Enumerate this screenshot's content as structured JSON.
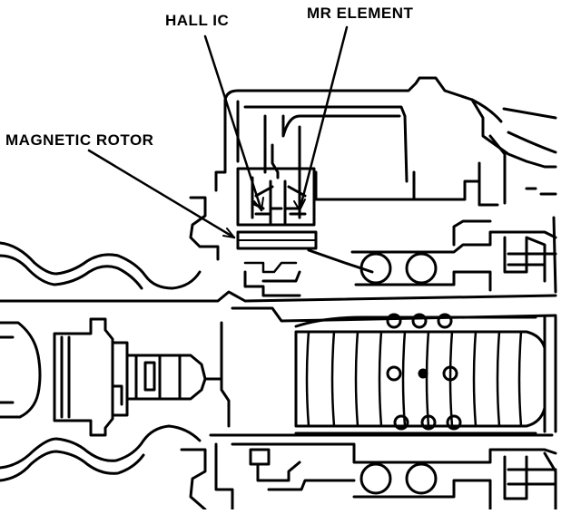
{
  "labels": {
    "hall_ic": "HALL IC",
    "mr_element": "MR ELEMENT",
    "magnetic_rotor": "MAGNETIC ROTOR"
  },
  "colors": {
    "ink": "#000000",
    "paper": "#ffffff"
  }
}
